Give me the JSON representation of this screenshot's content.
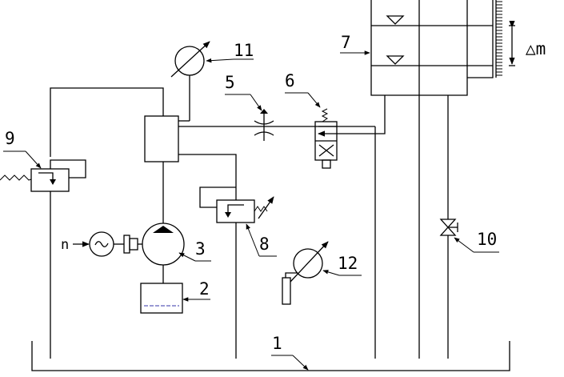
{
  "labels": {
    "sink": "1",
    "oil_tank": "2",
    "pump": "3",
    "throttle": "5",
    "valve": "6",
    "tank": "7",
    "relief_valve": "8",
    "relief_valve_left": "9",
    "drain_valve": "10",
    "pressure_gauge": "11",
    "thermometer": "12",
    "motor_input": "n",
    "level_diff": "△m"
  },
  "colors": {
    "line": "#000000",
    "oil_level": "#3333aa"
  }
}
